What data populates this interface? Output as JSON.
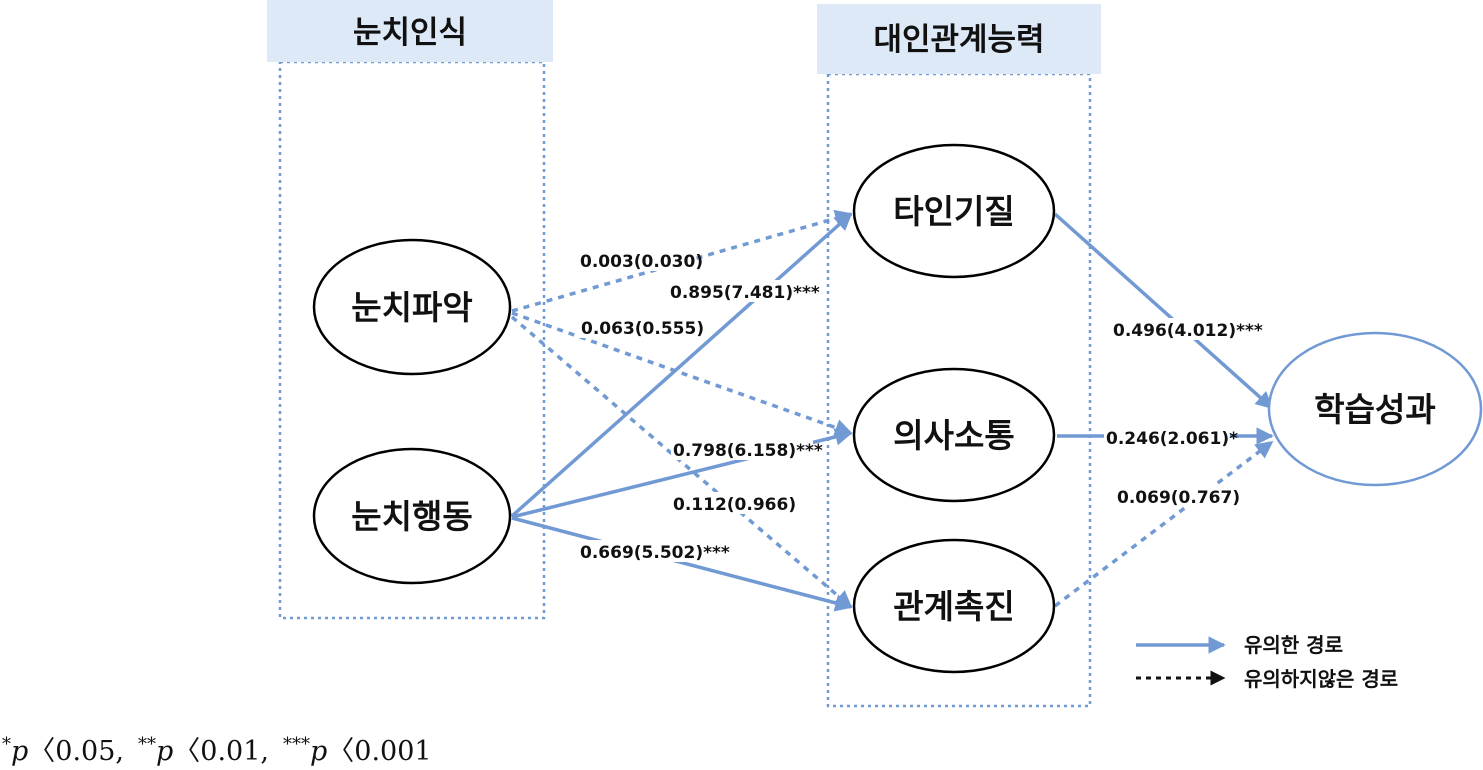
{
  "groups": {
    "perception": {
      "title": "눈치인식"
    },
    "interpersonal": {
      "title": "대인관계능력"
    }
  },
  "nodes": {
    "grasp": "눈치파악",
    "behavior": "눈치행동",
    "disposition": "타인기질",
    "communication": "의사소통",
    "facilitation": "관계촉진",
    "outcome": "학습성과"
  },
  "paths": {
    "grasp_to_disposition": "0.003(0.030)",
    "behavior_to_disposition": "0.895(7.481)***",
    "grasp_to_communication": "0.063(0.555)",
    "behavior_to_communication": "0.798(6.158)***",
    "grasp_to_facilitation": "0.112(0.966)",
    "behavior_to_facilitation": "0.669(5.502)***",
    "disposition_to_outcome": "0.496(4.012)***",
    "communication_to_outcome": "0.246(2.061)*",
    "facilitation_to_outcome": "0.069(0.767)"
  },
  "legend": {
    "significant": "유의한 경로",
    "not_significant": "유의하지않은 경로"
  },
  "footnote": {
    "star1": "*",
    "p1": "p",
    "rest1": "〈0.05,",
    "star2": "**",
    "p2": "p",
    "rest2": "〈0.01,",
    "star3": "***",
    "p3": "p",
    "rest3": "〈0.001"
  },
  "colors": {
    "path": "#7199d3",
    "header_fill": "#dde9f7",
    "ellipse_stroke": "#000000",
    "outcome_stroke": "#7199d3"
  }
}
